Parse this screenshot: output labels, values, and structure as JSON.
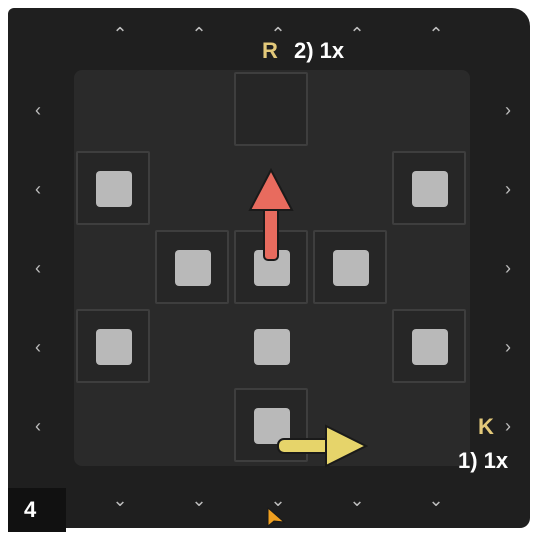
{
  "level_number": "4",
  "moves": [
    {
      "letter": "R",
      "text": "2) 1x",
      "color": "#e86b5e"
    },
    {
      "letter": "K",
      "text": "1) 1x",
      "color": "#e6d46a"
    }
  ],
  "grid": {
    "rows": 5,
    "cols": 5,
    "framed_cells": [
      [
        0,
        2
      ],
      [
        1,
        0
      ],
      [
        1,
        4
      ],
      [
        2,
        1
      ],
      [
        2,
        2
      ],
      [
        2,
        3
      ],
      [
        3,
        0
      ],
      [
        3,
        4
      ],
      [
        4,
        2
      ]
    ],
    "tiles": [
      [
        1,
        0
      ],
      [
        1,
        4
      ],
      [
        2,
        1
      ],
      [
        2,
        2
      ],
      [
        2,
        3
      ],
      [
        3,
        0
      ],
      [
        3,
        2
      ],
      [
        3,
        4
      ],
      [
        4,
        2
      ]
    ]
  },
  "controls": {
    "top_icon": "chevron-up-icon",
    "bottom_icon": "chevron-down-icon",
    "left_icon": "chevron-left-icon",
    "right_icon": "chevron-right-icon",
    "top_glyph": "⌃",
    "bottom_glyph": "⌄",
    "left_glyph": "‹",
    "right_glyph": "›"
  },
  "cursor_icon": "pointer-cursor-icon",
  "colors": {
    "tile": "#b9b9b9",
    "background": "#1f1f1f",
    "label": "#e3c97a"
  }
}
